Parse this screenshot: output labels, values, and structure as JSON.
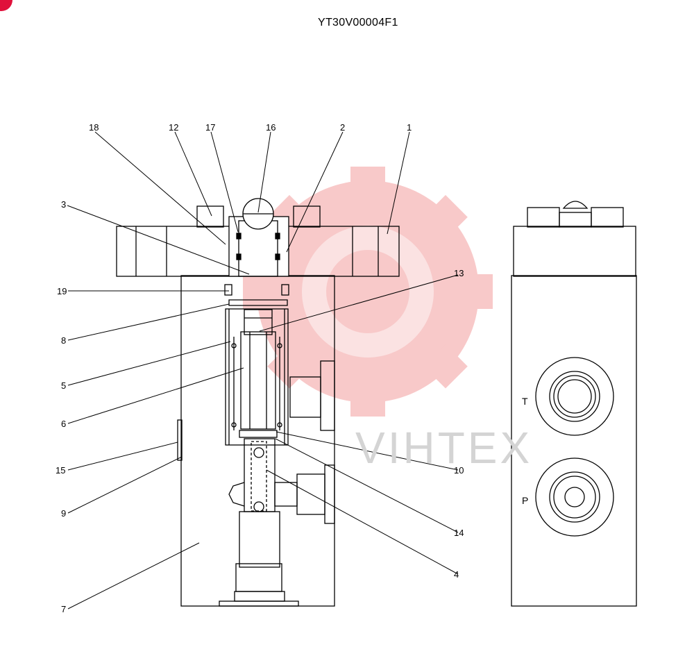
{
  "drawing_number": "YT30V00004F1",
  "badge": "+",
  "watermark": "VIHTEX",
  "colors": {
    "watermark_gear": "#f7c3c3",
    "line": "#000000"
  },
  "ports": {
    "tank": "T",
    "pressure": "P"
  },
  "callouts": [
    "1",
    "2",
    "3",
    "4",
    "5",
    "6",
    "7",
    "8",
    "9",
    "10",
    "12",
    "13",
    "14",
    "15",
    "16",
    "17",
    "18",
    "19"
  ]
}
